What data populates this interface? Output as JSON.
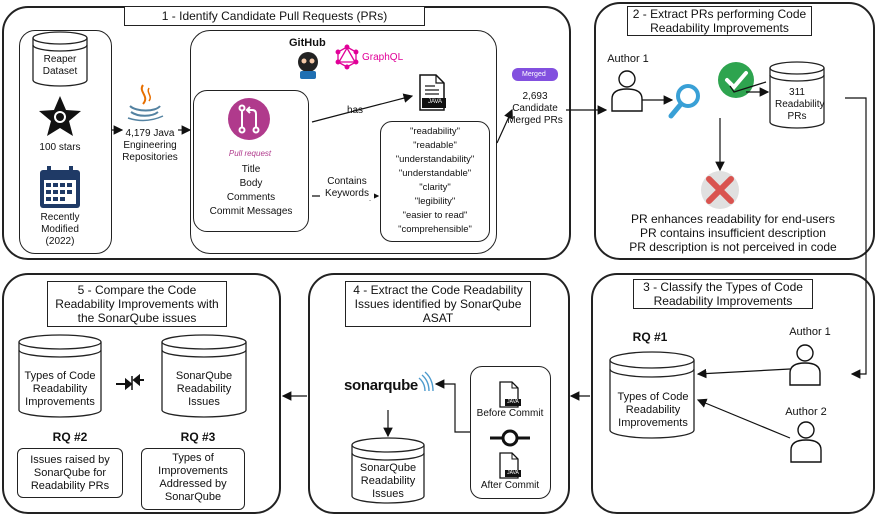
{
  "panels": {
    "p1": {
      "title": "1 - Identify Candidate Pull Requests (PRs)"
    },
    "p2": {
      "title": "2 - Extract PRs performing Code Readability Improvements"
    },
    "p3": {
      "title": "3 - Classify the Types of Code Readability Improvements"
    },
    "p4": {
      "title": "4 - Extract the Code Readability Issues identified by SonarQube ASAT"
    },
    "p5": {
      "title": "5 - Compare the Code Readability Improvements with the SonarQube issues"
    }
  },
  "step1": {
    "reaper_label": "Reaper Dataset",
    "stars_label": "100 stars",
    "modified_label": "Recently Modified (2022)",
    "java_repos": "4,179 Java Engineering Repositories",
    "github_logo": "GitHub",
    "graphql_logo": "GraphQL",
    "pr_icon_caption": "Pull request",
    "pr_fields": [
      "Title",
      "Body",
      "Comments",
      "Commit Messages"
    ],
    "has_label": "has",
    "java_file_label": "JAVA",
    "contains_label": "Contains Keywords",
    "keywords": [
      "\"readability\"",
      "\"readable\"",
      "\"understandability\"",
      "\"understandable\"",
      "\"clarity\"",
      "\"legibility\"",
      "\"easier to read\"",
      "\"comprehensible\""
    ],
    "merged_badge": "Merged",
    "candidate_prs": "2,693 Candidate Merged PRs"
  },
  "step2": {
    "author": "Author 1",
    "result_label": "311 Readability PRs",
    "exclusions": [
      "PR enhances readability for end-users",
      "PR contains insufficient description",
      "PR description is not perceived in code"
    ]
  },
  "step3": {
    "rq": "RQ #1",
    "cylinder_label": "Types of Code Readability Improvements",
    "author1": "Author 1",
    "author2": "Author 2"
  },
  "step4": {
    "sonarqube_logo": "sonarqube",
    "before_commit": "Before Commit",
    "after_commit": "After Commit",
    "java_file_label": "JAVA",
    "issues_label": "SonarQube Readability Issues"
  },
  "step5": {
    "cyl_left": "Types of Code Readability Improvements",
    "cyl_right": "SonarQube Readability Issues",
    "rq2": "RQ #2",
    "rq3": "RQ #3",
    "rq2_text": "Issues raised by SonarQube for Readability PRs",
    "rq3_text": "Types of Improvements Addressed by SonarQube"
  },
  "colors": {
    "pr_icon": "#b03a8c",
    "check": "#2ea44f",
    "cross": "#d9534f",
    "search": "#39a0d6",
    "merged": "#8250df",
    "calendar": "#1f3a66"
  }
}
